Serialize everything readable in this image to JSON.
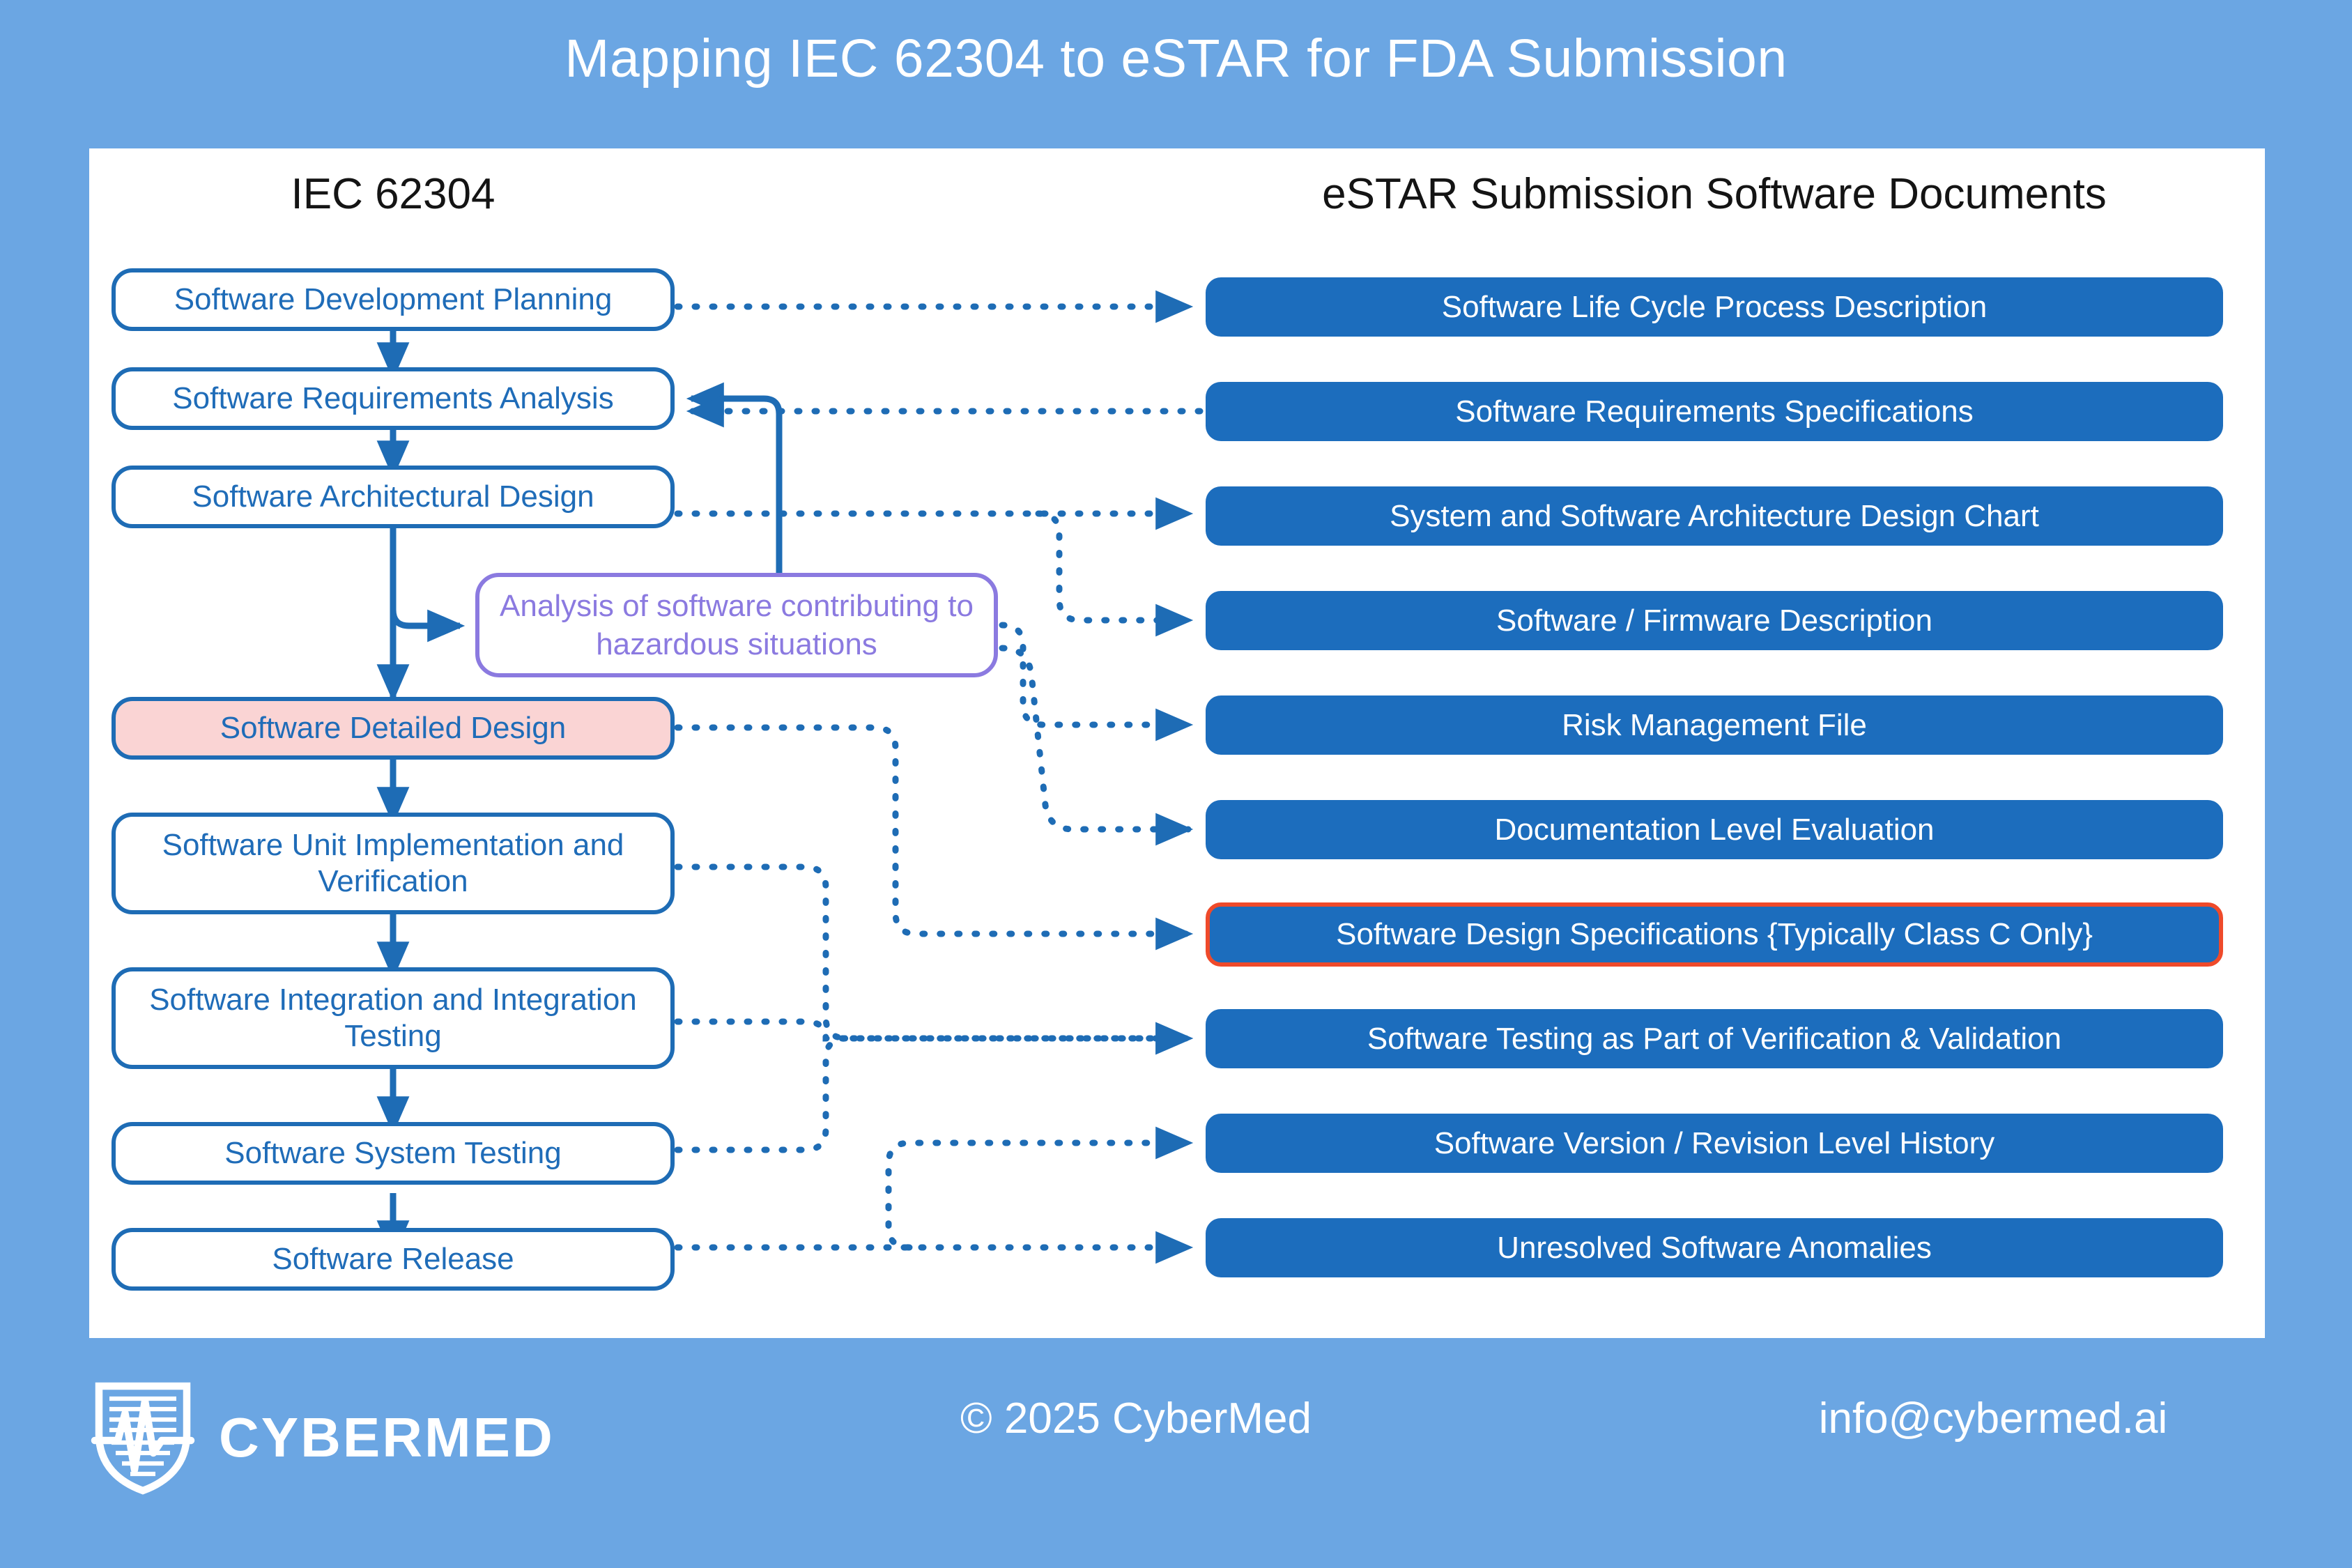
{
  "title": "Mapping IEC 62304 to eSTAR for FDA Submission",
  "colors": {
    "background": "#6ba6e3",
    "panel": "#ffffff",
    "process_border": "#1e6cb5",
    "process_text": "#1f6cb8",
    "highlight_fill": "#fad4d4",
    "note_accent": "#8b7ae0",
    "doc_bar": "#1c6dbd",
    "doc_text": "#ffffff",
    "flag_outline": "#ef4a2a",
    "connector": "#1e6cb5"
  },
  "columns": {
    "left_header": "IEC 62304",
    "right_header": "eSTAR Submission Software Documents"
  },
  "iec_stages": [
    {
      "id": "planning",
      "label": "Software Development Planning",
      "highlight": "none"
    },
    {
      "id": "requirements",
      "label": "Software Requirements Analysis",
      "highlight": "none"
    },
    {
      "id": "architecture",
      "label": "Software Architectural Design",
      "highlight": "none"
    },
    {
      "id": "detailed",
      "label": "Software Detailed Design",
      "highlight": "pink"
    },
    {
      "id": "unit",
      "label": "Software Unit Implementation and Verification",
      "highlight": "none"
    },
    {
      "id": "integration",
      "label": "Software Integration and Integration Testing",
      "highlight": "none"
    },
    {
      "id": "system",
      "label": "Software System Testing",
      "highlight": "none"
    },
    {
      "id": "release",
      "label": "Software Release",
      "highlight": "none"
    }
  ],
  "note": {
    "id": "hazard-analysis",
    "label": "Analysis of software contributing to hazardous situations"
  },
  "estar_documents": [
    {
      "id": "lifecycle",
      "label": "Software Life Cycle Process Description",
      "flagged": false
    },
    {
      "id": "srs",
      "label": "Software Requirements Specifications",
      "flagged": false
    },
    {
      "id": "architecture",
      "label": "System and Software Architecture Design Chart",
      "flagged": false
    },
    {
      "id": "firmware",
      "label": "Software / Firmware Description",
      "flagged": false
    },
    {
      "id": "risk",
      "label": "Risk Management File",
      "flagged": false
    },
    {
      "id": "doclevel",
      "label": "Documentation Level Evaluation",
      "flagged": false
    },
    {
      "id": "sds",
      "label": "Software Design Specifications {Typically Class C Only}",
      "flagged": true
    },
    {
      "id": "testing",
      "label": "Software Testing as Part of Verification & Validation",
      "flagged": false
    },
    {
      "id": "version",
      "label": "Software Version / Revision Level History",
      "flagged": false
    },
    {
      "id": "anomalies",
      "label": "Unresolved Software Anomalies",
      "flagged": false
    }
  ],
  "footer": {
    "logo_text": "CYBERMED",
    "copyright": "© 2025 CyberMed",
    "email": "info@cybermed.ai"
  }
}
